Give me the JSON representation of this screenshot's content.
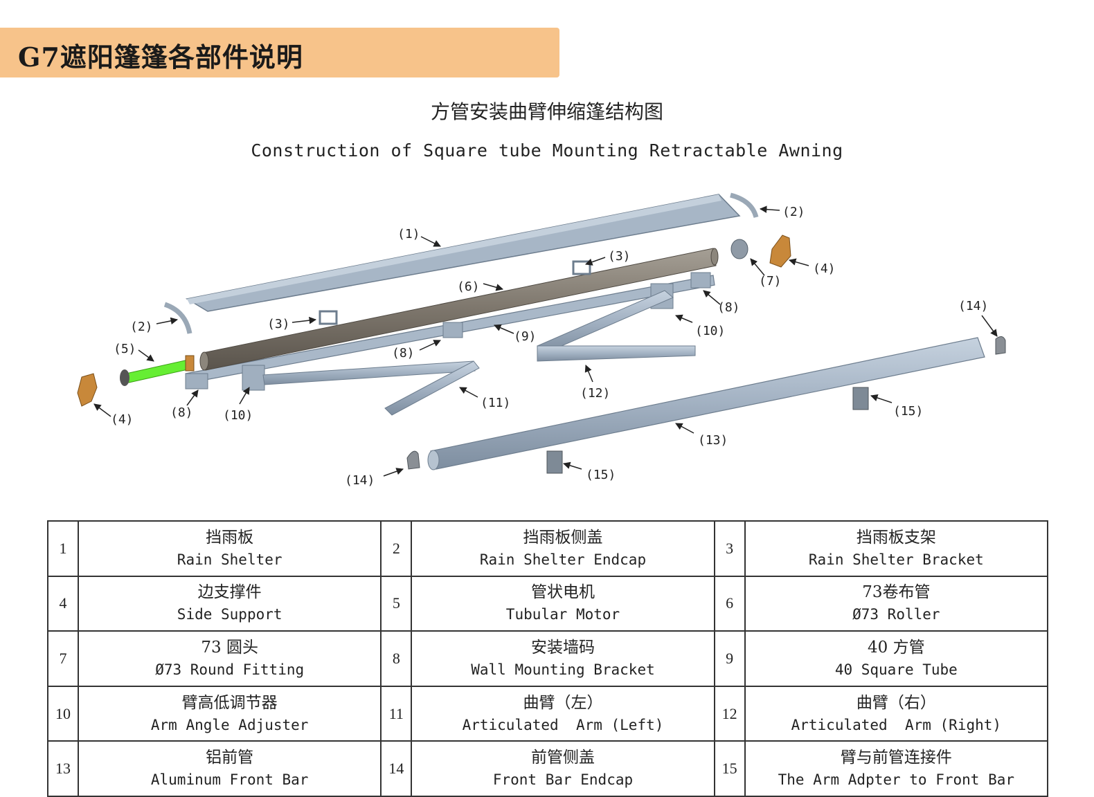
{
  "header": {
    "title": "G7遮阳篷篷各部件说明"
  },
  "diagram": {
    "title_cn": "方管安装曲臂伸缩篷结构图",
    "title_en": "Construction of Square tube Mounting Retractable Awning",
    "callouts": [
      "(1)",
      "(2)",
      "(2)",
      "(3)",
      "(3)",
      "(4)",
      "(4)",
      "(5)",
      "(6)",
      "(7)",
      "(8)",
      "(8)",
      "(8)",
      "(9)",
      "(10)",
      "(10)",
      "(11)",
      "(12)",
      "(13)",
      "(14)",
      "(14)",
      "(15)",
      "(15)"
    ],
    "colors": {
      "canopy": "#9fb0c2",
      "roller": "#7d766c",
      "tube": "#a9b8c8",
      "motor": "#66ee33",
      "bracket": "#c8883a",
      "header": "#f7c38a"
    }
  },
  "parts_table": {
    "rows": [
      [
        {
          "num": "1",
          "cn": "挡雨板",
          "en": "Rain Shelter"
        },
        {
          "num": "2",
          "cn": "挡雨板侧盖",
          "en": "Rain Shelter Endcap"
        },
        {
          "num": "3",
          "cn": "挡雨板支架",
          "en": "Rain Shelter Bracket"
        }
      ],
      [
        {
          "num": "4",
          "cn": "边支撑件",
          "en": "Side Support"
        },
        {
          "num": "5",
          "cn": "管状电机",
          "en": "Tubular Motor"
        },
        {
          "num": "6",
          "cn": "73卷布管",
          "en": "Ø73 Roller"
        }
      ],
      [
        {
          "num": "7",
          "cn": "73 圆头",
          "en": "Ø73 Round Fitting"
        },
        {
          "num": "8",
          "cn": "安装墙码",
          "en": "Wall Mounting Bracket"
        },
        {
          "num": "9",
          "cn": "40 方管",
          "en": "40 Square Tube"
        }
      ],
      [
        {
          "num": "10",
          "cn": "臂高低调节器",
          "en": "Arm Angle Adjuster"
        },
        {
          "num": "11",
          "cn": "曲臂（左）",
          "en": "Articulated  Arm (Left)"
        },
        {
          "num": "12",
          "cn": "曲臂（右）",
          "en": "Articulated  Arm (Right)"
        }
      ],
      [
        {
          "num": "13",
          "cn": "铝前管",
          "en": "Aluminum Front Bar"
        },
        {
          "num": "14",
          "cn": "前管侧盖",
          "en": "Front Bar Endcap"
        },
        {
          "num": "15",
          "cn": "臂与前管连接件",
          "en": "The Arm Adpter to Front Bar"
        }
      ]
    ]
  }
}
